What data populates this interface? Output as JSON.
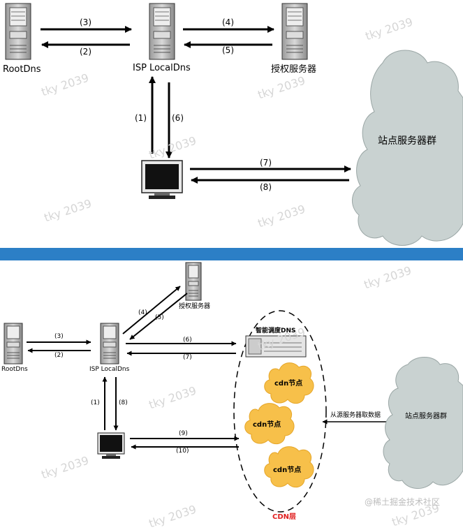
{
  "top": {
    "nodes": {
      "root_dns": "RootDns",
      "isp_local_dns": "ISP LocalDns",
      "auth_server": "授权服务器",
      "site_cluster": "站点服务器群"
    },
    "arrows": [
      "(3)",
      "(2)",
      "(4)",
      "(5)",
      "(1)",
      "(6)",
      "(7)",
      "(8)"
    ]
  },
  "bottom": {
    "nodes": {
      "root_dns": "RootDns",
      "isp_local_dns": "ISP LocalDns",
      "auth_server": "授权服务器",
      "smart_dns": "智能调度DNS",
      "cdn_node_1": "cdn节点",
      "cdn_node_2": "cdn节点",
      "cdn_node_3": "cdn节点",
      "cdn_layer": "CDN层",
      "site_cluster": "站点服务器群",
      "fetch_label": "从源服务器取数据"
    },
    "arrows": [
      "(3)",
      "(2)",
      "(4)",
      "(5)",
      "(6)",
      "(7)",
      "(1)",
      "(8)",
      "(9)",
      "(10)"
    ]
  },
  "watermark": {
    "text": "tky 2039",
    "footer": "@稀土掘金技术社区"
  }
}
